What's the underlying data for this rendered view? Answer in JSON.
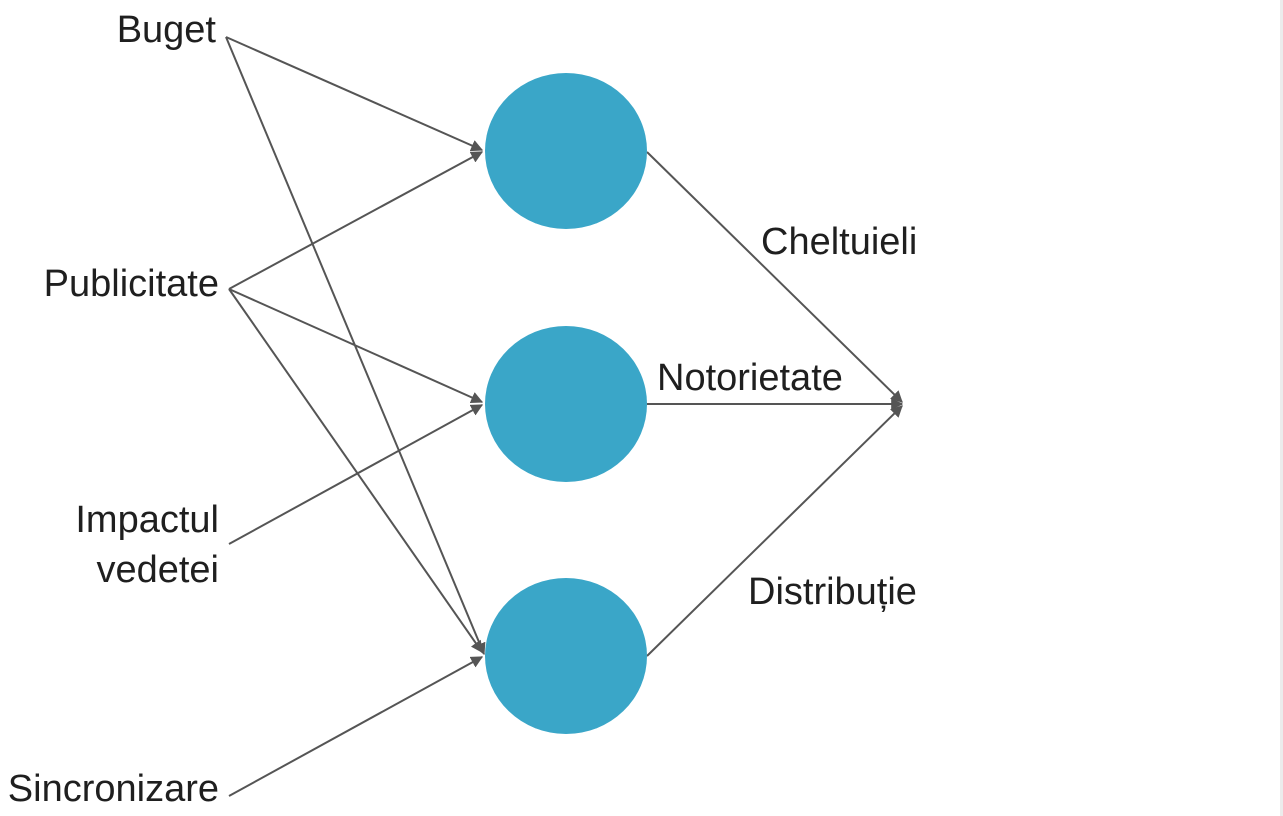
{
  "diagram": {
    "inputs": [
      "Buget",
      "Publicitate",
      "Impactul",
      "vedetei",
      "Sincronizare"
    ],
    "outputs": [
      "Cheltuieli",
      "Notorietate",
      "Distribuție"
    ]
  },
  "colors": {
    "node": "#3aa6c8",
    "edge": "#555555",
    "text": "#1f1f1f",
    "background": "#ffffff"
  }
}
